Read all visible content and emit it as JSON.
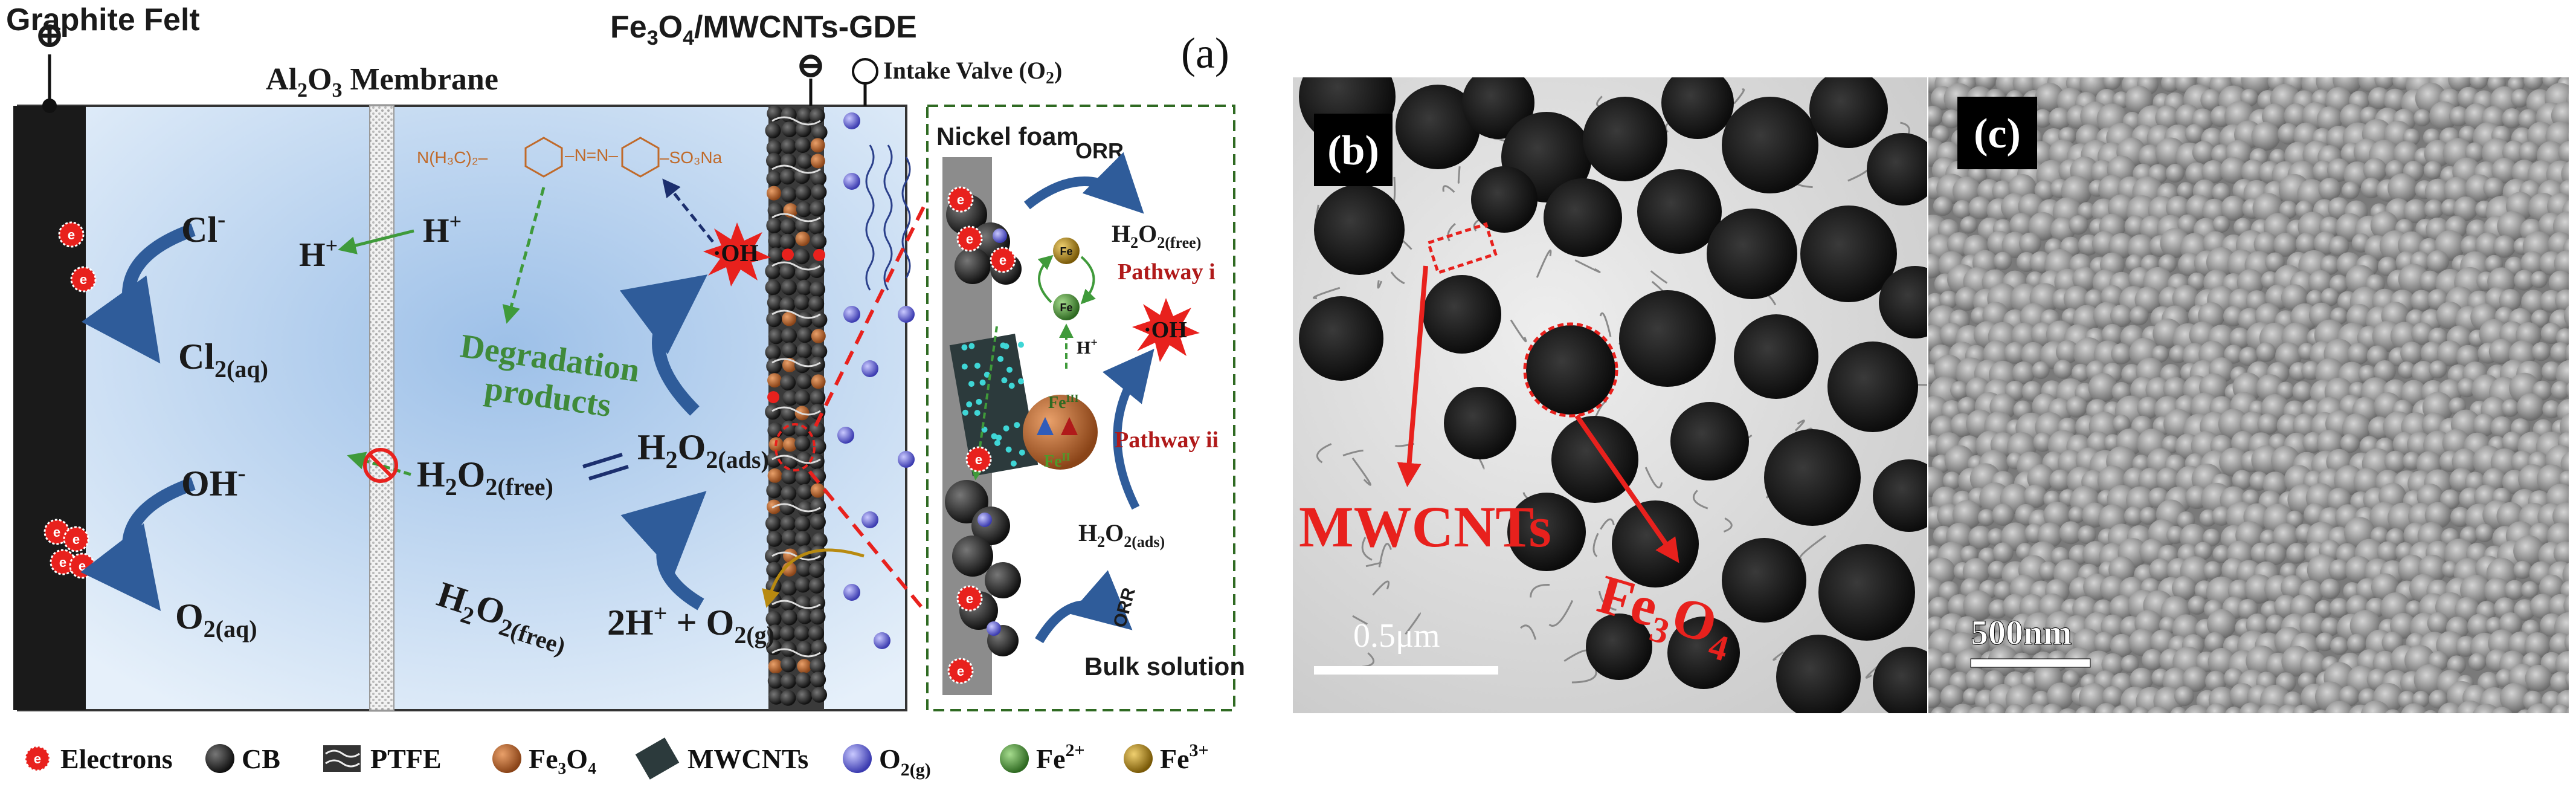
{
  "panel_a": {
    "panel_label": "(a)",
    "graphite_felt": "Graphite Felt",
    "membrane": {
      "main": "Al",
      "s1": "2",
      "mid": "O",
      "s2": "3",
      "tail": " Membrane"
    },
    "gde": {
      "main": "Fe",
      "s1": "3",
      "mid": "O",
      "s2": "4",
      "tail": "/MWCNTs-GDE"
    },
    "intake_valve": "Intake Valve (O",
    "intake_valve_sub": "2",
    "intake_valve_close": ")",
    "anode_plus": "⊕",
    "cathode_minus": "⊖",
    "cl": "Cl",
    "cl_sup": "-",
    "cl2": "Cl",
    "cl2_sub": "2(aq)",
    "oh_minus": "OH",
    "oh_sup": "-",
    "o2aq": "O",
    "o2aq_sub": "2(aq)",
    "h_plus_left": "H",
    "h_plus_right": "H",
    "plus": "+",
    "dye_left": "N(H₃C)₂–",
    "dye_mid": "–N=N–",
    "dye_right": "–SO₃Na",
    "degradation_1": "Degradation",
    "degradation_2": "products",
    "oh_radical": "·OH",
    "h2o2_free_mid": "H",
    "h2o2_free_mid_s1": "2",
    "h2o2_free_mid_o": "O",
    "h2o2_free_mid_s2": "2(free)",
    "h2o2_ads": "H",
    "h2o2_ads_s1": "2",
    "h2o2_ads_o": "O",
    "h2o2_ads_s2": "2(ads)",
    "h2o2_free_low": "H",
    "h2o2_free_low_s1": "2",
    "h2o2_free_low_o": "O",
    "h2o2_free_low_s2": "2(free)",
    "reaction_2h": "2H",
    "reaction_plus_o": " + O",
    "reaction_o2_sub": "2(g)",
    "inset": {
      "nickel_foam": "Nickel foam",
      "orr_top": "ORR",
      "orr_bottom": "ORR",
      "h2o2_free": "H",
      "h2o2_free_s1": "2",
      "h2o2_free_o": "O",
      "h2o2_free_s2": "2(free)",
      "pathway_i": "Pathway i",
      "pathway_ii": "Pathway ii",
      "oh_radical": "·OH",
      "h_plus": "H",
      "fe2": "Fe",
      "fe3": "Fe",
      "fe_iii": "Fe",
      "fe_iii_sup": "III",
      "fe_ii": "Fe",
      "fe_ii_sup": "II",
      "h2o2_ads": "H",
      "h2o2_ads_s1": "2",
      "h2o2_ads_o": "O",
      "h2o2_ads_s2": "2(ads)",
      "bulk_solution": "Bulk solution"
    },
    "legend": [
      {
        "label": "Electrons",
        "icon": "electron-icon",
        "color": "#e8211d"
      },
      {
        "label": "CB",
        "icon": "carbon-black-icon",
        "color": "#2a2a2a"
      },
      {
        "label": "PTFE",
        "icon": "ptfe-icon",
        "color": "#555555"
      },
      {
        "label": "Fe₃O₄",
        "icon": "fe3o4-icon",
        "color": "#b8652c"
      },
      {
        "label": "MWCNTs",
        "icon": "mwcnts-icon",
        "color": "#333333"
      },
      {
        "label": "O",
        "sub": "2(g)",
        "icon": "o2-icon",
        "color": "#6a6adc"
      },
      {
        "label": "Fe",
        "sup": "2+",
        "icon": "fe2-icon",
        "color": "#4f8a3a"
      },
      {
        "label": "Fe",
        "sup": "3+",
        "icon": "fe3-icon",
        "color": "#a07a10"
      }
    ]
  },
  "panel_b": {
    "panel_label": "(b)",
    "mwcnts_label": "MWCNTs",
    "fe3o4_label": "Fe",
    "fe3o4_s1": "3",
    "fe3o4_o": "O",
    "fe3o4_s2": "4",
    "scale_bar": "0.5μm"
  },
  "panel_c": {
    "panel_label": "(c)",
    "scale_bar": "500nm"
  },
  "colors": {
    "bulk_blue": "#b9d3ee",
    "accent_red": "#e8211d",
    "arrow_blue": "#2f5c9a",
    "green_text": "#3f8a3a",
    "pathway_red": "#b01a1a"
  }
}
